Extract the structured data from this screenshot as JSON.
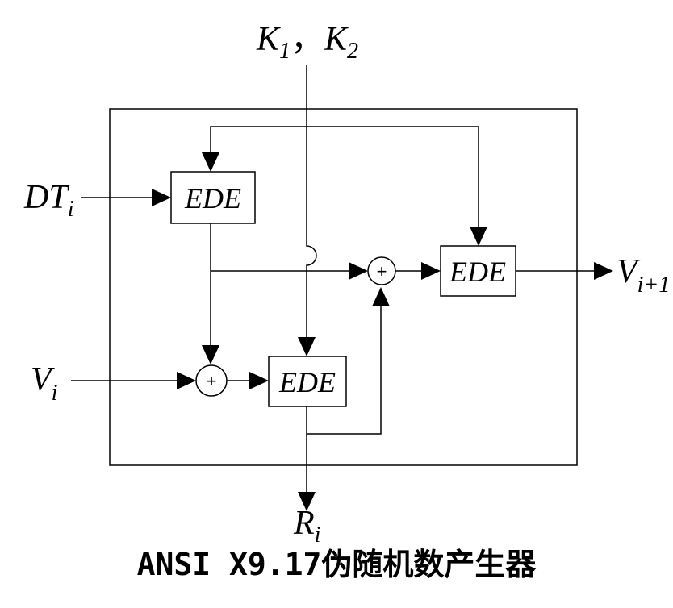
{
  "caption": "ANSI X9.17伪随机数产生器",
  "inputs": {
    "keys": {
      "k1": {
        "base": "K",
        "sub": "1"
      },
      "separator": "，",
      "k2": {
        "base": "K",
        "sub": "2"
      }
    },
    "dt": {
      "base": "DT",
      "sub": "i"
    },
    "v": {
      "base": "V",
      "sub": "i"
    }
  },
  "outputs": {
    "v_next": {
      "base": "V",
      "sub": "i+1"
    },
    "r": {
      "base": "R",
      "sub": "i"
    }
  },
  "blocks": {
    "ede_top_left": "EDE",
    "ede_bottom": "EDE",
    "ede_right": "EDE"
  },
  "xor_symbol": "+"
}
